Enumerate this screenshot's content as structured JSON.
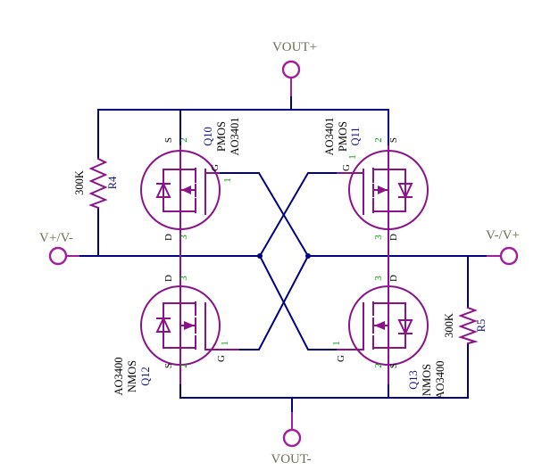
{
  "diagram": {
    "type": "schematic",
    "net_labels": {
      "top": "VOUT+",
      "bottom": "VOUT-",
      "left": "V+/V-",
      "right": "V-/V+"
    },
    "terminals": [
      {
        "id": "vout-plus",
        "label": "VOUT+"
      },
      {
        "id": "v-in-left",
        "label": "V+/V-"
      },
      {
        "id": "v-in-right",
        "label": "V-/V+"
      },
      {
        "id": "vout-minus",
        "label": "VOUT-"
      }
    ],
    "transistors": [
      {
        "designator": "Q10",
        "type": "PMOS",
        "part": "AO3401",
        "pin_source": "S",
        "pin_source_num": "2",
        "pin_drain": "D",
        "pin_drain_num": "3",
        "pin_gate": "G",
        "pin_gate_num": "1"
      },
      {
        "designator": "Q11",
        "type": "PMOS",
        "part": "AO3401",
        "pin_source": "S",
        "pin_source_num": "2",
        "pin_drain": "D",
        "pin_drain_num": "3",
        "pin_gate": "G",
        "pin_gate_num": "1"
      },
      {
        "designator": "Q12",
        "type": "NMOS",
        "part": "AO3400",
        "pin_source": "S",
        "pin_source_num": "2",
        "pin_drain": "D",
        "pin_drain_num": "3",
        "pin_gate": "G",
        "pin_gate_num": "1"
      },
      {
        "designator": "Q13",
        "type": "NMOS",
        "part": "AO3400",
        "pin_source": "S",
        "pin_source_num": "2",
        "pin_drain": "D",
        "pin_drain_num": "3",
        "pin_gate": "G",
        "pin_gate_num": "1"
      }
    ],
    "resistors": [
      {
        "designator": "R4",
        "value": "300K"
      },
      {
        "designator": "R5",
        "value": "300K"
      }
    ],
    "colors": {
      "wire": "#000080",
      "component": "#8a138a",
      "terminal": "#a0209c",
      "pin_number": "#009b00",
      "pin_name": "#000000",
      "designator": "#16168c",
      "comment": "#000000",
      "net_label": "#6e6e58",
      "background": "#ffffff"
    }
  }
}
